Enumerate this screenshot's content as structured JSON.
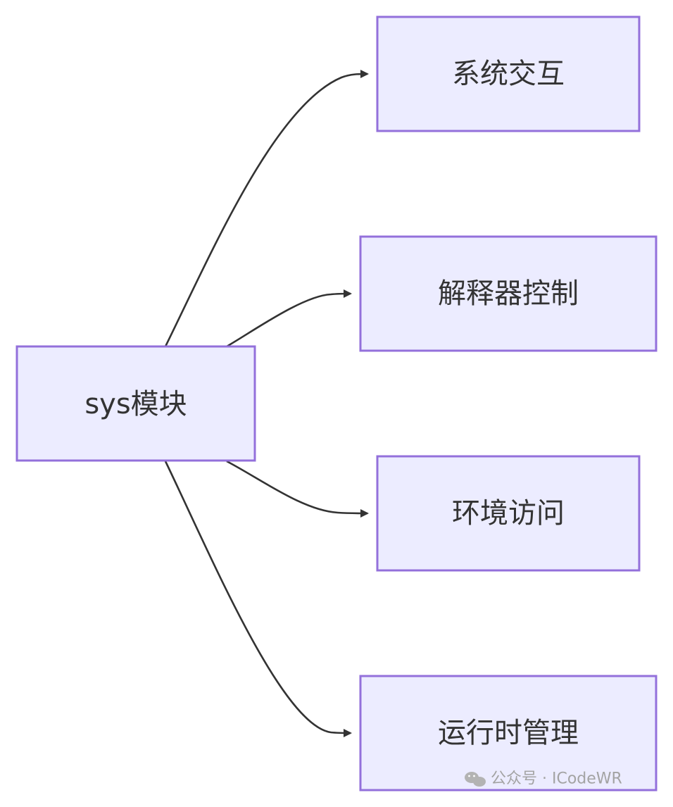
{
  "diagram": {
    "root": {
      "label": "sys模块"
    },
    "children": [
      {
        "label": "系统交互"
      },
      {
        "label": "解释器控制"
      },
      {
        "label": "环境访问"
      },
      {
        "label": "运行时管理"
      }
    ]
  },
  "watermark": {
    "text": "公众号 · ICodeWR",
    "icon": "wechat-icon"
  },
  "colors": {
    "node_fill": "#ececff",
    "node_stroke": "#9370db",
    "edge": "#333333",
    "text": "#333333",
    "watermark": "#a3a3a3"
  }
}
